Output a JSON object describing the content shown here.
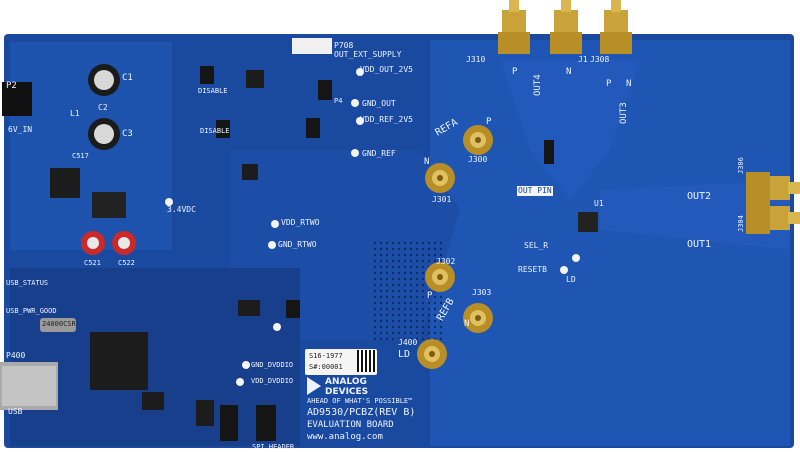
{
  "board": {
    "model": "AD9530/PCBZ(REV B)",
    "subtitle": "EVALUATION BOARD",
    "website": "www.analog.com",
    "brand_line1": "ANALOG",
    "brand_line2": "DEVICES",
    "tagline": "AHEAD OF WHAT'S POSSIBLE™"
  },
  "sticker": {
    "line1": "S16-1977",
    "line2": "S#:00001"
  },
  "connectors": {
    "p2": "P2",
    "vin": "6V_IN",
    "p400": "P400",
    "usb": "USB",
    "p708": "P708",
    "ext_supply": "OUT_EXT_SUPPLY",
    "j310": "J310",
    "j1": "J1",
    "j308": "J308",
    "out4": "OUT4",
    "out3": "OUT3",
    "refa": "REFA",
    "j300": "J300",
    "j301": "J301",
    "refb": "REFB",
    "j302": "J302",
    "j303": "J303",
    "j400": "J400",
    "ld_big": "LD",
    "out2": "OUT2",
    "out1": "OUT1",
    "j306": "J306",
    "j304": "J304"
  },
  "labels": {
    "c1": "C1",
    "c2": "C2",
    "c3": "C3",
    "l1": "L1",
    "c517": "C517",
    "c521": "C521",
    "c522": "C522",
    "v34": "3.4VDC",
    "vdd_out_2v5": "VDD_OUT_2V5",
    "gnd_out": "GND_OUT",
    "vdd_ref_2v5": "VDD_REF_2V5",
    "gnd_ref": "GND_REF",
    "vdd_rtwo": "VDD_RTWO",
    "gnd_rtwo": "GND_RTWO",
    "sel_r": "SEL_R",
    "resetb": "RESETB",
    "ld_small": "LD",
    "out_pin": "OUT PIN",
    "u1": "U1",
    "p_a": "P",
    "n_a": "N",
    "p_b": "P",
    "n_b": "N",
    "p_c": "P",
    "n_c": "N",
    "p_d": "P",
    "n_d": "N",
    "usb_pwr_good": "USB_PWR_GOOD",
    "usb_status": "USB_STATUS",
    "crystal": "24000CSR",
    "spi_header": "SPI HEADER",
    "disable": "DISABLE",
    "p4": "P4",
    "gnd_dvdd": "GND_DVDDIO",
    "vdd_dvdd": "VDD_DVDDIO"
  },
  "colors": {
    "pcb_blue": "#1a4aa0",
    "pcb_dark": "#153c86",
    "copper_gold": "#c9a23a",
    "silkscreen": "#eef3ff"
  }
}
